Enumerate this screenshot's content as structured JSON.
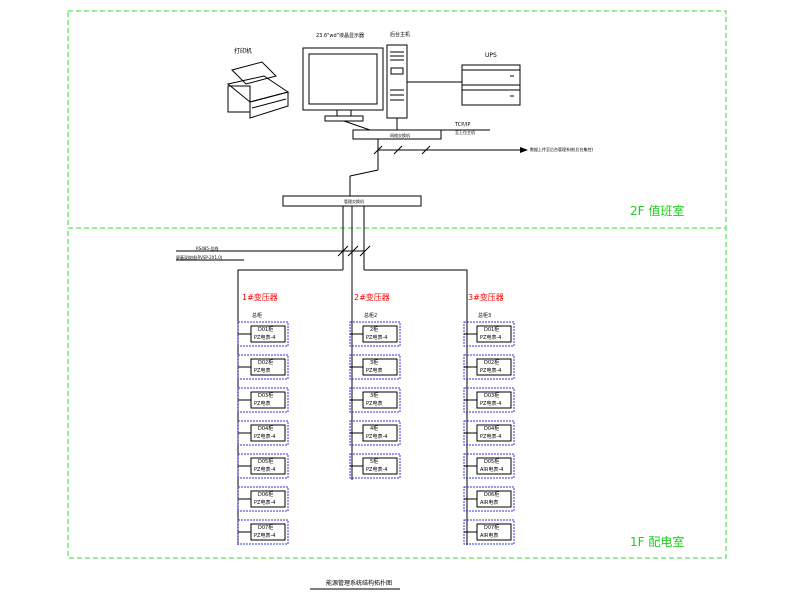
{
  "zones": {
    "upper": {
      "label": "2F 值班室"
    },
    "lower": {
      "label": "1F 配电室"
    }
  },
  "devices": {
    "printer": "打印机",
    "monitor": "23.6\"wd\"液晶显示器",
    "host": "后台主机",
    "ups": "UPS"
  },
  "network": {
    "switch_label": "网络交换机",
    "tcpip_top": "TCP/IP",
    "tcpip_bottom": "至上位主机",
    "uplink_label": "数据上传至后台管理系统(后台集控)",
    "lower_switch_label": "管理交换机",
    "bus_label_1": "RS485-总线",
    "bus_label_2": "屏蔽双绞线(RVSP-2X1.0)"
  },
  "transformers": [
    {
      "title": "1#变压器",
      "header": "总柜",
      "units": [
        {
          "name": "D01柜",
          "meter": "PZ电表-4"
        },
        {
          "name": "D02柜",
          "meter": "PZ电表"
        },
        {
          "name": "D03柜",
          "meter": "PZ电表"
        },
        {
          "name": "D04柜",
          "meter": "PZ电表-4"
        },
        {
          "name": "D05柜",
          "meter": "PZ电表-4"
        },
        {
          "name": "D06柜",
          "meter": "PZ电表-4"
        },
        {
          "name": "D07柜",
          "meter": "PZ电表-4"
        }
      ]
    },
    {
      "title": "2#变压器",
      "header": "总柜2",
      "units": [
        {
          "name": "2柜",
          "meter": "PZ电表-4"
        },
        {
          "name": "3柜",
          "meter": "PZ电表"
        },
        {
          "name": "3柜",
          "meter": "PZ电表"
        },
        {
          "name": "4柜",
          "meter": "PZ电表-4"
        },
        {
          "name": "5柜",
          "meter": "PZ电表-4"
        }
      ]
    },
    {
      "title": "3#变压器",
      "header": "总柜3",
      "units": [
        {
          "name": "D01柜",
          "meter": "PZ电表-4"
        },
        {
          "name": "D02柜",
          "meter": "PZ电表-4"
        },
        {
          "name": "D03柜",
          "meter": "PZ电表-4"
        },
        {
          "name": "D04柜",
          "meter": "PZ电表-4"
        },
        {
          "name": "D05柜",
          "meter": "AIR电表-4"
        },
        {
          "name": "D06柜",
          "meter": "AIR电表"
        },
        {
          "name": "D07柜",
          "meter": "AIR电表"
        }
      ]
    }
  ],
  "caption": "能源管理系统结构拓扑图",
  "colors": {
    "zone_border": "#33dd33",
    "zone_label": "#22cc22",
    "transformer_title": "#ff0000",
    "unit_border": "#3333dd",
    "line": "#000000"
  }
}
